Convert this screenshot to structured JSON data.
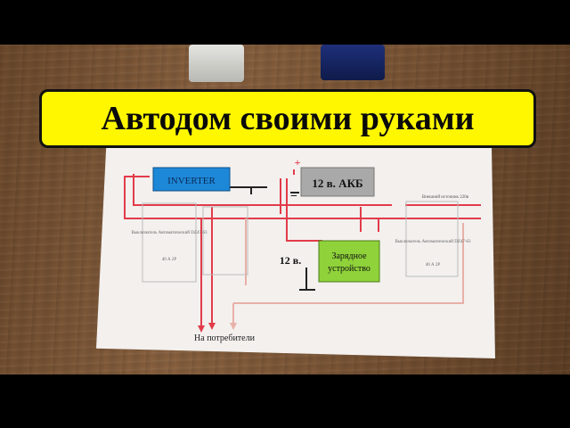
{
  "title": "Автодом своими руками",
  "diagram": {
    "inverter_label": "INVERTER",
    "battery_label": "12 в. АКБ",
    "charger_label_1": "Зарядное",
    "charger_label_2": "устройство",
    "charger_voltage": "12 в.",
    "plus_sign": "+",
    "minus_sign": "−",
    "consumers_label": "На потребители",
    "left_breaker_label": "Выключатель Автоматический DZ47-63",
    "left_breaker_rating": "40 А 2Р",
    "right_breaker_label": "Выключатель Автоматический DZ47-63",
    "right_breaker_rating": "40 А 2Р",
    "external_source_label": "Внешний источник 220в"
  },
  "colors": {
    "banner": "#fff700",
    "inverter": "#1e88d8",
    "battery": "#a9a9a9",
    "charger": "#8fd23a",
    "wire_red": "#e23b4a",
    "wire_pink": "#e8b0a8"
  }
}
